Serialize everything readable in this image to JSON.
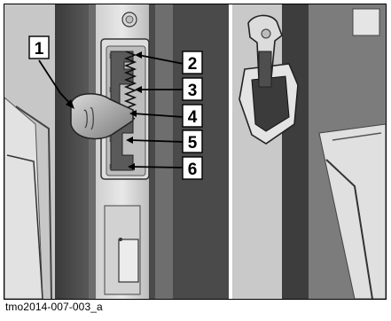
{
  "figure": {
    "caption": "tmo2014-007-003_a",
    "callouts": [
      "1",
      "2",
      "3",
      "4",
      "5",
      "6"
    ]
  }
}
